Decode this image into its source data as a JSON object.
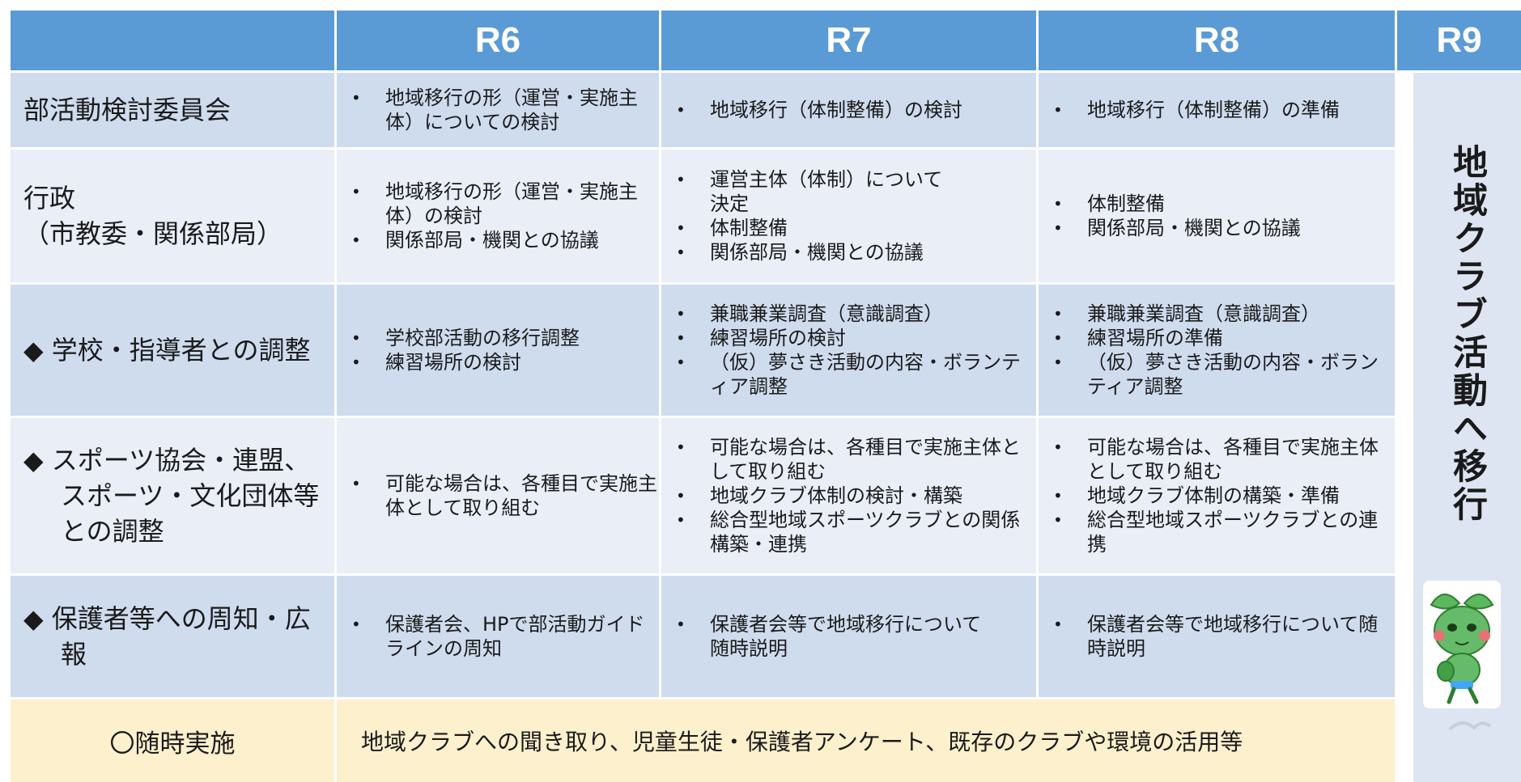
{
  "header": {
    "r6": "R6",
    "r7": "R7",
    "r8": "R8",
    "r9": "R9"
  },
  "rows": [
    {
      "label": "部活動検討委員会",
      "r6": [
        "地域移行の形（運営・実施主体）についての検討"
      ],
      "r7": [
        "地域移行（体制整備）の検討"
      ],
      "r8": [
        "地域移行（体制整備）の準備"
      ]
    },
    {
      "label_line1": "行政",
      "label_line2": "（市教委・関係部局）",
      "r6": [
        "地域移行の形（運営・実施主体）の検討",
        "関係部局・機関との協議"
      ],
      "r7": [
        "運営主体（体制）について決定",
        "体制整備",
        "関係部局・機関との協議"
      ],
      "r8": [
        "体制整備",
        "関係部局・機関との協議"
      ]
    },
    {
      "label": "◆ 学校・指導者との調整",
      "r6": [
        "学校部活動の移行調整",
        "練習場所の検討"
      ],
      "r7": [
        "兼職兼業調査（意識調査）",
        "練習場所の検討",
        "（仮）夢さき活動の内容・ボランティア調整"
      ],
      "r8": [
        "兼職兼業調査（意識調査）",
        "練習場所の準備",
        "（仮）夢さき活動の内容・ボランティア調整"
      ]
    },
    {
      "label": "◆ スポーツ協会・連盟、スポーツ・文化団体等との調整",
      "r6": [
        "可能な場合は、各種目で実施主体として取り組む"
      ],
      "r7": [
        "可能な場合は、各種目で実施主体として取り組む",
        "地域クラブ体制の検討・構築",
        "総合型地域スポーツクラブとの関係構築・連携"
      ],
      "r8": [
        "可能な場合は、各種目で実施主体として取り組む",
        "地域クラブ体制の構築・準備",
        "総合型地域スポーツクラブとの連携"
      ]
    },
    {
      "label": "◆ 保護者等への周知・広報",
      "r6": [
        "保護者会、HPで部活動ガイドラインの周知"
      ],
      "r7": [
        "保護者会等で地域移行について随時説明"
      ],
      "r8": [
        "保護者会等で地域移行について随時説明"
      ]
    }
  ],
  "r9_text": "地域クラブ活動へ移行",
  "footer": {
    "label": "〇随時実施",
    "text": "地域クラブへの聞き取り、児童生徒・保護者アンケート、既存のクラブや環境の活用等"
  },
  "colors": {
    "header": "#5b9bd5",
    "row_dark": "#cfdcee",
    "row_light": "#e9eef7",
    "r9_column": "#dde5f2",
    "footer": "#fdf0cd",
    "mascot_green": "#4caf50"
  }
}
